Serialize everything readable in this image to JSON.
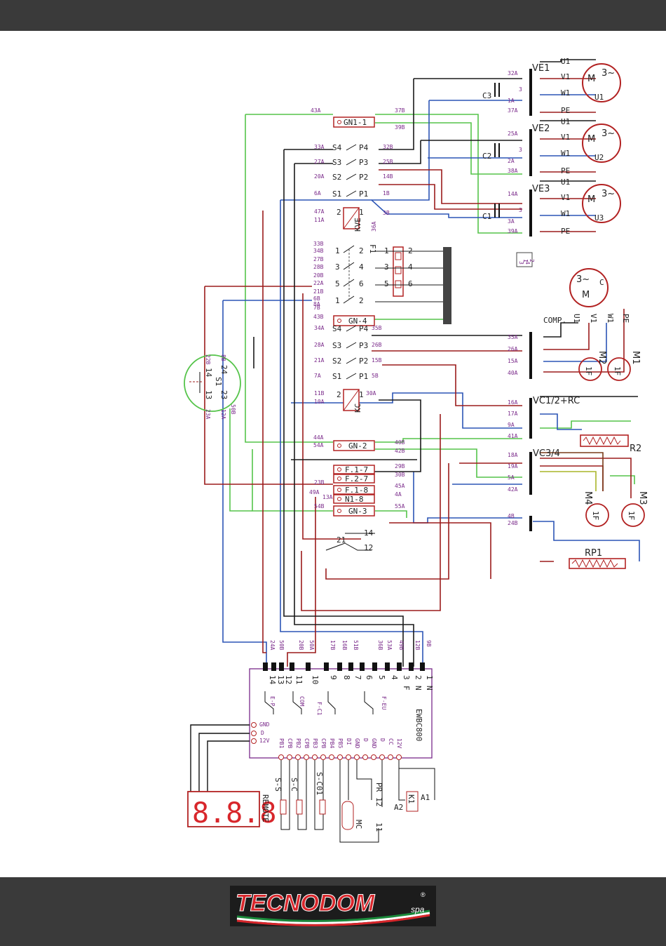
{
  "colors": {
    "header": "#3a3a3a",
    "wire_red": "#9b1b1b",
    "wire_green": "#55c44a",
    "wire_blue": "#2c55b5",
    "wire_black": "#1a1a1a",
    "wire_brown": "#7a3b1a",
    "wire_yellowgreen": "#a9b52a",
    "label_purple": "#7a2a8a",
    "component_red": "#b22222",
    "logo_red": "#d8262b"
  },
  "motors": [
    {
      "ref": "VE1",
      "pins": [
        "U1",
        "V1",
        "W1",
        "PE"
      ],
      "coil": "U1",
      "phase": "3~",
      "wires": [
        "32A",
        "3",
        "1A",
        "37A"
      ],
      "cap": "C3"
    },
    {
      "ref": "VE2",
      "pins": [
        "U1",
        "V1",
        "W1",
        "PE"
      ],
      "coil": "U2",
      "phase": "3~",
      "wires": [
        "25A",
        "3",
        "2A",
        "38A"
      ],
      "cap": "C2"
    },
    {
      "ref": "VE3",
      "pins": [
        "U1",
        "V1",
        "W1",
        "PE"
      ],
      "coil": "U3",
      "phase": "3~",
      "wires": [
        "14A",
        "3",
        "3A",
        "39A"
      ],
      "cap": "C1"
    }
  ],
  "ground_nodes": [
    {
      "ref": "GN1-1",
      "left": "43A",
      "right_top": "37B",
      "right_bottom": "39B"
    },
    {
      "ref": "GN-4",
      "left": "43B"
    },
    {
      "ref": "GN-2",
      "left_top": "44A",
      "left_bottom": "54A",
      "right_top": "40B",
      "right_bottom": "42B"
    },
    {
      "ref": "GN-3",
      "left": "54B",
      "right": "55A"
    }
  ],
  "switches_top": [
    {
      "s": "S4",
      "p": "P4",
      "l": "33A",
      "r": "32B"
    },
    {
      "s": "S3",
      "p": "P3",
      "l": "27A",
      "r": "25B"
    },
    {
      "s": "S2",
      "p": "P2",
      "l": "20A",
      "r": "14B"
    },
    {
      "s": "S1",
      "p": "P1",
      "l": "6A",
      "r": "1B"
    }
  ],
  "relay_kve": {
    "ref": "KVE",
    "pin1": "1",
    "pin2": "2",
    "w_left_top": "47A",
    "w_left_bottom": "11A",
    "w_right": "36A",
    "w_extra": "3B"
  },
  "breaker": {
    "ref": "F1",
    "rows": [
      {
        "w": [
          "33B",
          "34B"
        ],
        "a": "1",
        "b": "2"
      },
      {
        "w": [
          "27B",
          "28B"
        ],
        "a": "3",
        "b": "4"
      },
      {
        "w": [
          "20B",
          "22A"
        ],
        "a": "5",
        "b": "6"
      },
      {
        "w": [
          "21B",
          "6B",
          "8A"
        ],
        "a": "1",
        "b": "2"
      }
    ],
    "term_labels": [
      "1",
      "2",
      "3",
      "4",
      "5",
      "6"
    ],
    "extra_wire": "7B",
    "legend": [
      "1",
      "2",
      "3",
      "4"
    ]
  },
  "compressor": {
    "ref": "COMP.",
    "phase": "3~",
    "c": "C",
    "pins": [
      "U1",
      "V1",
      "W1",
      "PE"
    ],
    "wires": [
      "35A",
      "26A",
      "15A",
      "40A"
    ]
  },
  "switches_mid": [
    {
      "s": "S4",
      "p": "P4",
      "l": "34A",
      "r": "35B"
    },
    {
      "s": "S3",
      "p": "P3",
      "l": "28A",
      "r": "26B"
    },
    {
      "s": "S2",
      "p": "P2",
      "l": "21A",
      "r": "15B"
    },
    {
      "s": "S1",
      "p": "P1",
      "l": "7A",
      "r": "5B"
    }
  ],
  "relay_kc": {
    "ref": "KC",
    "pin1": "1",
    "pin2": "2",
    "w_left_top": "11B",
    "w_left_bottom": "10A",
    "w_right": "30A"
  },
  "selector": {
    "ref": "S1",
    "labels": [
      "22B",
      "14",
      "8B",
      "24",
      "13",
      "23"
    ],
    "wires": [
      "23A",
      "12A",
      "50B"
    ]
  },
  "terminal_vc12": {
    "ref": "VC1/2+RC",
    "wires": [
      "16A",
      "17A",
      "9A",
      "41A"
    ]
  },
  "terminal_vc34": {
    "ref": "VC3/4",
    "wires": [
      "18A",
      "19A",
      "5A",
      "42A"
    ]
  },
  "fans": [
    {
      "ref": "M1",
      "type": "1F"
    },
    {
      "ref": "M2",
      "type": "1F"
    },
    {
      "ref": "M3",
      "type": "1F"
    },
    {
      "ref": "M4",
      "type": "1F"
    }
  ],
  "resistors": [
    {
      "ref": "R2"
    },
    {
      "ref": "RP1"
    }
  ],
  "fuse_blocks": [
    {
      "ref": "F.1-7",
      "r": "29B"
    },
    {
      "ref": "F.2-7",
      "r": "30B"
    },
    {
      "ref": "F.1-8",
      "l": "23B",
      "r": "45A"
    },
    {
      "ref": "N1-8",
      "l": "49A",
      "l2": "13A",
      "r": "4A"
    }
  ],
  "rp1_block": {
    "w_top": "4B",
    "w_bottom": "24B"
  },
  "thermostat": {
    "a": "21",
    "b": "14",
    "c": "12"
  },
  "controller": {
    "ref": "EWBC800",
    "top_wires": [
      "24A",
      "50B",
      "20B",
      "50A",
      "17B",
      "16B",
      "51B",
      "36B",
      "53A",
      "49B",
      "12B",
      "9B"
    ],
    "top_terms": [
      "14",
      "13",
      "12",
      "11",
      "10",
      "9",
      "8",
      "7",
      "6",
      "5",
      "4",
      "3",
      "2",
      "1"
    ],
    "top_terms_sub": [
      "",
      "",
      "",
      "",
      "",
      "",
      "",
      "",
      "",
      "",
      "",
      "F",
      "N",
      "N"
    ],
    "contacts": [
      "E-P",
      "COM.",
      "F-C1",
      "F-EU"
    ],
    "left_terms": [
      "GND",
      "D",
      "12V"
    ],
    "bottom_terms": [
      "PB1",
      "CPB",
      "PB2",
      "CPB",
      "PB3",
      "CPB",
      "PB4",
      "PB5",
      "DI",
      "GND",
      "D",
      "GND",
      "D",
      "CC",
      "12V"
    ]
  },
  "display": {
    "digits": "8.8.8",
    "label": "REMOTE"
  },
  "sensors": [
    "S-S",
    "S-C",
    "S-C01"
  ],
  "misc": {
    "pr": "PR",
    "pr_num": "12",
    "pr_num2": "11",
    "mc": "MC",
    "k1": "K1",
    "a1": "A1",
    "a2": "A2"
  },
  "logo": {
    "text": "TECNODOM",
    "suffix": "spa",
    "mark": "®"
  }
}
